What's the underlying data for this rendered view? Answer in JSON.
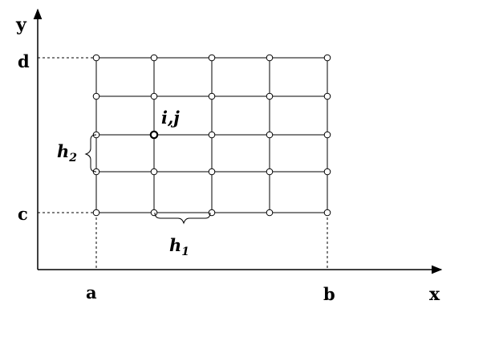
{
  "axes": {
    "x_label": "x",
    "y_label": "y"
  },
  "ticks": {
    "a": "a",
    "b": "b",
    "c": "c",
    "d": "d"
  },
  "grid": {
    "columns": 5,
    "rows": 5,
    "highlighted_node": {
      "col": 1,
      "row": 2
    },
    "node_label": "i,j"
  },
  "steps": {
    "h1": {
      "base": "h",
      "sub": "1"
    },
    "h2": {
      "base": "h",
      "sub": "2"
    }
  }
}
